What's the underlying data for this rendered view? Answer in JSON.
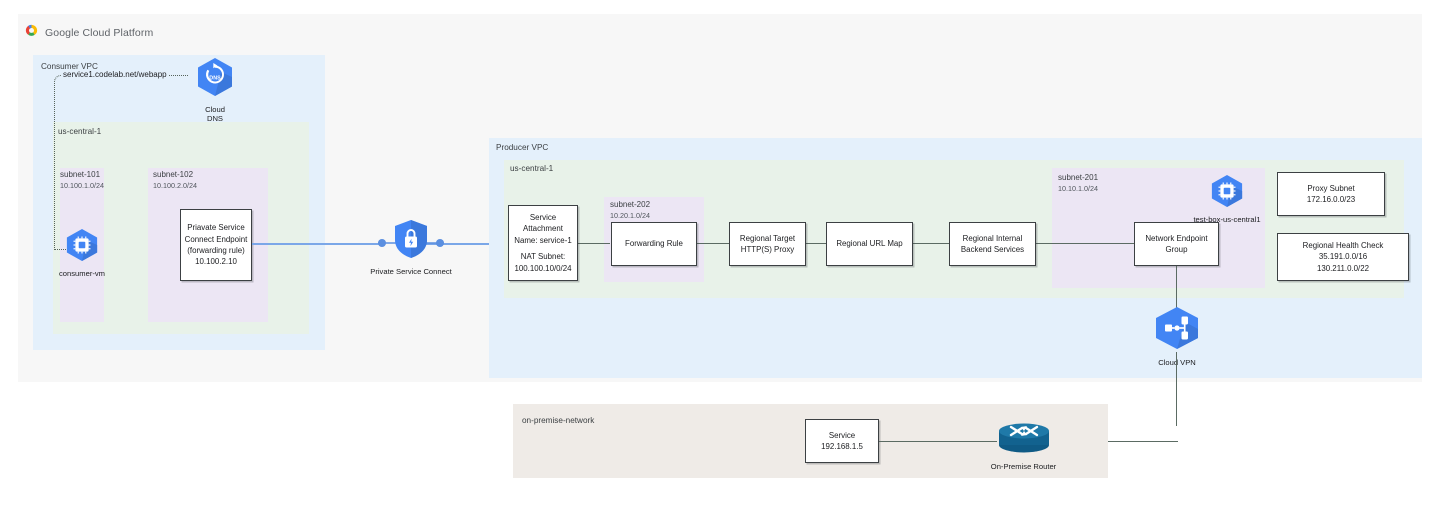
{
  "header": {
    "brand": "Google Cloud Platform",
    "logo_icon": "google-cloud-logo"
  },
  "consumer_vpc": {
    "label": "Consumer VPC",
    "region_label": "us-central-1",
    "dns_url_label": "service1.codelab.net/webapp",
    "cloud_dns": {
      "icon": "cloud-dns-icon",
      "label_line1": "Cloud",
      "label_line2": "DNS"
    },
    "subnets": [
      {
        "name": "subnet-101",
        "cidr": "10.100.1.0/24"
      },
      {
        "name": "subnet-102",
        "cidr": "10.100.2.0/24"
      }
    ],
    "consumer_vm": {
      "icon": "compute-vm-icon",
      "label": "consumer-vm"
    },
    "psc_endpoint": {
      "line1": "Priavate Service",
      "line2": "Connect Endpoint",
      "line3": "(forwarding rule)",
      "line4": "10.100.2.10"
    }
  },
  "private_service_connect": {
    "icon": "psc-shield-lock-icon",
    "label": "Private Service Connect"
  },
  "producer_vpc": {
    "label": "Producer VPC",
    "region_label": "us-central-1",
    "subnets": [
      {
        "name": "subnet-202",
        "cidr": "10.20.1.0/24"
      },
      {
        "name": "subnet-201",
        "cidr": "10.10.1.0/24"
      }
    ],
    "service_attachment": {
      "line1": "Service",
      "line2": "Attachment",
      "line3": "Name: service-1",
      "line4": "NAT Subnet:",
      "line5": "100.100.10/0/24"
    },
    "forwarding_rule": {
      "line1": "Forwarding Rule"
    },
    "target_proxy": {
      "line1": "Regional Target",
      "line2": "HTTP(S) Proxy"
    },
    "url_map": {
      "line1": "Regional URL Map"
    },
    "backend_services": {
      "line1": "Regional Internal",
      "line2": "Backend Services"
    },
    "network_endpoint_group": {
      "line1": "Network Endpoint",
      "line2": "Group"
    },
    "test_box": {
      "icon": "compute-vm-icon",
      "label": "test-box-us-central1"
    },
    "proxy_subnet": {
      "line1": "Proxy Subnet",
      "line2": "172.16.0.0/23"
    },
    "health_check": {
      "line1": "Regional Health Check",
      "line2": "35.191.0.0/16",
      "line3": "130.211.0.0/22"
    },
    "cloud_vpn": {
      "icon": "cloud-vpn-icon",
      "label": "Cloud VPN"
    }
  },
  "on_premise": {
    "label": "on-premise-network",
    "service": {
      "line1": "Service",
      "line2": "192.168.1.5"
    },
    "router": {
      "icon": "router-icon",
      "label": "On-Premise Router"
    }
  },
  "colors": {
    "page_background": "#f7f7f7",
    "vpc_fill": "#e4f0fb",
    "region_fill": "#e8f2e9",
    "subnet_fill": "#ece6f4",
    "onprem_fill": "#efebe7",
    "google_blue": "#4285f4",
    "psc_line": "#7ba7e8",
    "connector": "#5b6b63",
    "router_blue": "#12628f"
  }
}
